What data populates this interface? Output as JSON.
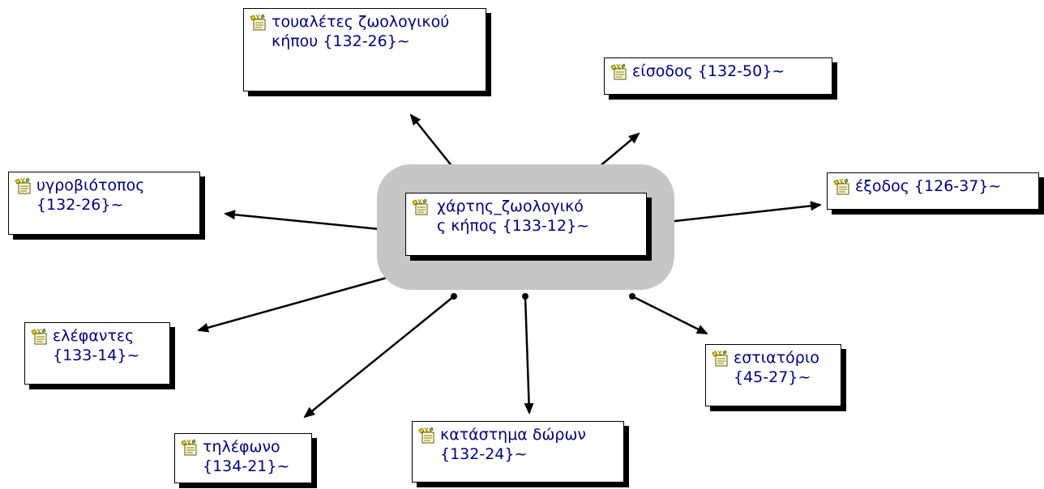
{
  "diagram": {
    "center": {
      "id": "center",
      "label": "χάρτης_ζωολογικό\nς κήπος {133-12}~"
    },
    "nodes": [
      {
        "id": "toilets",
        "label": "τουαλέτες ζωολογικού κήπου {132-26}~"
      },
      {
        "id": "entrance",
        "label": "είσοδος {132-50}~"
      },
      {
        "id": "wetland",
        "label": "υγροβιότοπος {132-26}~"
      },
      {
        "id": "exit",
        "label": "έξοδος {126-37}~"
      },
      {
        "id": "elephants",
        "label": "ελέφαντες {133-14}~"
      },
      {
        "id": "restaurant",
        "label": "εστιατόριο {45-27}~"
      },
      {
        "id": "phone",
        "label": "τηλέφωνο {134-21}~"
      },
      {
        "id": "giftshop",
        "label": "κατάστημα δώρων {132-24}~"
      }
    ],
    "edges": [
      {
        "from": "center",
        "to": "toilets"
      },
      {
        "from": "center",
        "to": "entrance"
      },
      {
        "from": "center",
        "to": "wetland"
      },
      {
        "from": "center",
        "to": "exit"
      },
      {
        "from": "center",
        "to": "elephants"
      },
      {
        "from": "center",
        "to": "restaurant"
      },
      {
        "from": "center",
        "to": "phone"
      },
      {
        "from": "center",
        "to": "giftshop"
      }
    ],
    "colors": {
      "text": "#000080",
      "border": "#000000",
      "shadow": "#000000",
      "hub_background": "#c6c6c6"
    },
    "icon": "note-sparkle-icon"
  }
}
